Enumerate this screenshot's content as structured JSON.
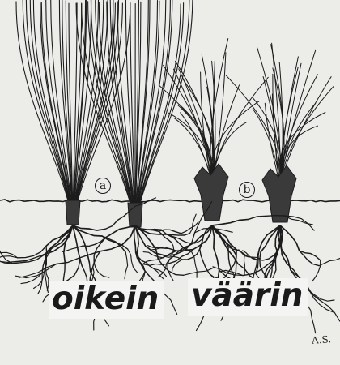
{
  "captions": {
    "correct": "oikein",
    "wrong": "väärin"
  },
  "markers": {
    "a": "a",
    "b": "b"
  },
  "signature": "A.S.",
  "colors": {
    "ink": "#1a1a1a",
    "paper": "#ecece9"
  }
}
